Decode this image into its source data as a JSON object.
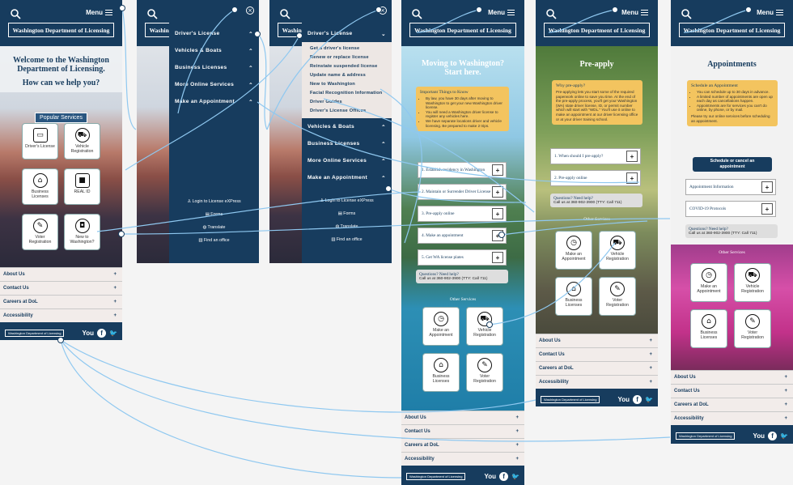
{
  "header": {
    "menu_label": "Menu",
    "logo_text": "Washington Department of Licensing"
  },
  "home": {
    "welcome": "Welcome to the Washington Department of Licensing.",
    "help": "How can we help you?",
    "popular_label": "Popular Services",
    "tiles": [
      {
        "label": "Driver's License",
        "icon": "id-card-icon",
        "glyph": "▭"
      },
      {
        "label": "Vehicle Registration",
        "icon": "car-icon",
        "glyph": "⛟"
      },
      {
        "label": "Business Licenses",
        "icon": "storefront-icon",
        "glyph": "⌂"
      },
      {
        "label": "REAL ID",
        "icon": "real-id-icon",
        "glyph": "■"
      },
      {
        "label": "Voter Registration",
        "icon": "ballot-box-icon",
        "glyph": "✎"
      },
      {
        "label": "New to Washington?",
        "icon": "suitcase-icon",
        "glyph": "◘"
      }
    ]
  },
  "footer": {
    "rows": [
      "About Us",
      "Contact Us",
      "Careers at DoL",
      "Accessibility"
    ],
    "plus": "+",
    "social": {
      "youtube": "You",
      "facebook": "f",
      "twitter": "🐦"
    }
  },
  "nav": {
    "close": "×",
    "items": [
      "Driver's License",
      "Vehicles & Boats",
      "Business Licenses",
      "More Online Services",
      "Make an Appointment"
    ],
    "sub_items": [
      "Get a driver's license",
      "Renew or replace license",
      "Reinstate suspended license",
      "Update name & address",
      "New to Washington",
      "Facial Recognition Information",
      "Driver Guides",
      "Driver's License Offices"
    ],
    "links": [
      "Login to License eXPress",
      "Forms",
      "Translate",
      "Find an office"
    ]
  },
  "moving": {
    "title": "Moving to Washington? Start here.",
    "note_title": "Important Things to Know",
    "bullets": [
      "By law, you have 30 days after moving to Washington to get your new Washington driver license.",
      "You will need a Washington driver license to register any vehicles here.",
      "We have separate locations driver and vehicle licensing. Be prepared to make 2 trips."
    ],
    "steps": [
      "1. Establish residency in Washington",
      "2. Maintain or Surrender Driver License",
      "3. Pre-apply online",
      "4. Make an appointment",
      "5. Get WA license plates"
    ],
    "q1": "Questions? Need help?",
    "q2": "Call us at 360-902-3900 (TTY: Call 711)",
    "other": "Other Services",
    "tiles": [
      {
        "label": "Make an Appointment",
        "icon": "clock-icon",
        "glyph": "◷"
      },
      {
        "label": "Vehicle Registration",
        "icon": "car-icon",
        "glyph": "⛟"
      },
      {
        "label": "Business Licenses",
        "icon": "storefront-icon",
        "glyph": "⌂"
      },
      {
        "label": "Voter Registration",
        "icon": "ballot-box-icon",
        "glyph": "✎"
      }
    ]
  },
  "preapply": {
    "title": "Pre-apply",
    "note_title": "Why pre-apply?",
    "text": "Pre-applying lets you start some of the required paperwork online to save you time. At the end of the pre-apply process, you'll get your Washington (WA) state driver license, ID, or permit number which will start with \"WDL.\" You'll use it online to make an appointment at our driver licensing office or at your driver training school.",
    "steps": [
      "1. When should I pre-apply?",
      "2. Pre-apply online"
    ],
    "q1": "Questions? Need help?",
    "q2": "Call us at 360-902-3900 (TTY: Call 711)",
    "other": "Other Services",
    "tiles": [
      {
        "label": "Make an Appointment",
        "icon": "clock-icon",
        "glyph": "◷"
      },
      {
        "label": "Vehicle Registration",
        "icon": "car-icon",
        "glyph": "⛟"
      },
      {
        "label": "Business Licenses",
        "icon": "storefront-icon",
        "glyph": "⌂"
      },
      {
        "label": "Voter Registration",
        "icon": "ballot-box-icon",
        "glyph": "✎"
      }
    ]
  },
  "appointments": {
    "title": "Appointments",
    "note_title": "Schedule an Appointment",
    "bullets": [
      "You can schedule up to 30 days in advance.",
      "A limited number of appointments are open up each day as cancellations happen.",
      "Appointments are for services you can't do online, by phone, or by mail."
    ],
    "after": "Please try our online services before scheduling an appointment.",
    "button": "Schedule or cancel an appointment",
    "steps": [
      "Appointment Information",
      "COVID-19 Protocols"
    ],
    "q1": "Questions? Need help?",
    "q2": "Call us at 360-902-3900 (TTY: Call 711)",
    "other": "Other Services",
    "tiles": [
      {
        "label": "Make an Appointment",
        "icon": "clock-icon",
        "glyph": "◷"
      },
      {
        "label": "Vehicle Registration",
        "icon": "car-icon",
        "glyph": "⛟"
      },
      {
        "label": "Business Licenses",
        "icon": "storefront-icon",
        "glyph": "⌂"
      },
      {
        "label": "Voter Registration",
        "icon": "ballot-box-icon",
        "glyph": "✎"
      }
    ]
  },
  "colors": {
    "navy": "#173c5e",
    "note": "#f3c45f",
    "link_line": "#8fc8f0"
  }
}
